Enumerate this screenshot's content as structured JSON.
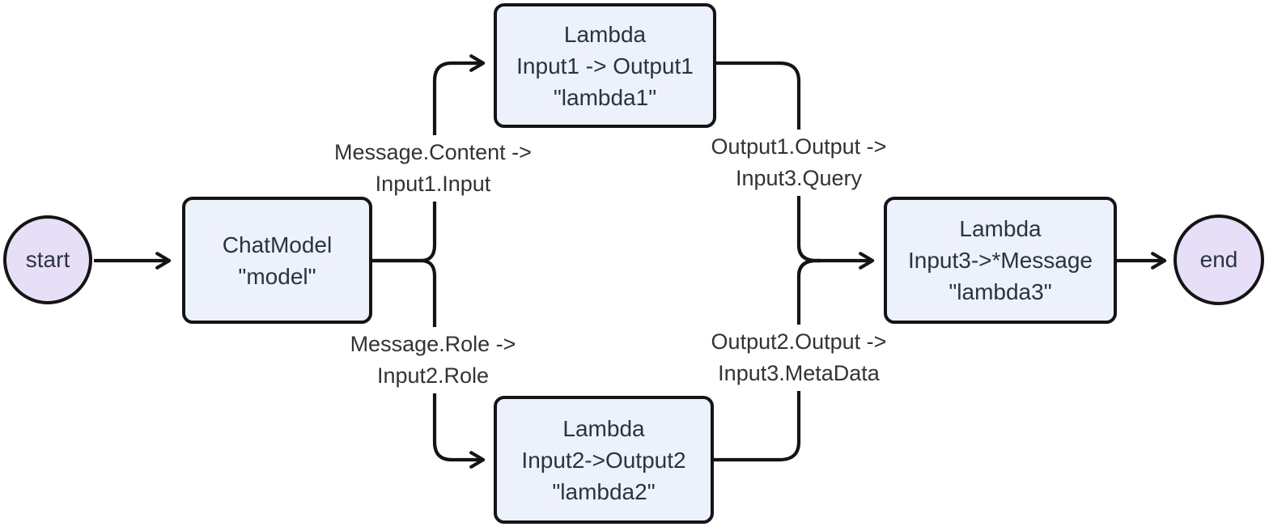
{
  "diagram": {
    "type": "flowchart-left-to-right",
    "colors": {
      "node_fill": "#ECF1FB",
      "terminal_fill": "#E6DFF7",
      "stroke": "#141414",
      "node_text": "#2A3440",
      "label_text": "#333333",
      "background": "#FFFFFF"
    },
    "nodes": {
      "start": {
        "shape": "circle",
        "label": "start"
      },
      "chatmodel": {
        "shape": "rounded-rect",
        "line1": "ChatModel",
        "line2": "\"model\""
      },
      "lambda1": {
        "shape": "rounded-rect",
        "line1": "Lambda",
        "line2": "Input1 -> Output1",
        "line3": "\"lambda1\""
      },
      "lambda2": {
        "shape": "rounded-rect",
        "line1": "Lambda",
        "line2": "Input2->Output2",
        "line3": "\"lambda2\""
      },
      "lambda3": {
        "shape": "rounded-rect",
        "line1": "Lambda",
        "line2": "Input3->*Message",
        "line3": "\"lambda3\""
      },
      "end": {
        "shape": "circle",
        "label": "end"
      }
    },
    "edges": [
      {
        "from": "start",
        "to": "chatmodel",
        "label": ""
      },
      {
        "from": "chatmodel",
        "to": "lambda1",
        "label": "Message.Content -> Input1.Input"
      },
      {
        "from": "chatmodel",
        "to": "lambda2",
        "label": "Message.Role -> Input2.Role"
      },
      {
        "from": "lambda1",
        "to": "lambda3",
        "label": "Output1.Output -> Input3.Query"
      },
      {
        "from": "lambda2",
        "to": "lambda3",
        "label": "Output2.Output -> Input3.MetaData"
      },
      {
        "from": "lambda3",
        "to": "end",
        "label": ""
      }
    ],
    "edge_labels": {
      "to_lambda1": {
        "line1": "Message.Content ->",
        "line2": "Input1.Input"
      },
      "to_lambda2": {
        "line1": "Message.Role ->",
        "line2": "Input2.Role"
      },
      "lambda1_to_lambda3": {
        "line1": "Output1.Output ->",
        "line2": "Input3.Query"
      },
      "lambda2_to_lambda3": {
        "line1": "Output2.Output ->",
        "line2": "Input3.MetaData"
      }
    }
  }
}
